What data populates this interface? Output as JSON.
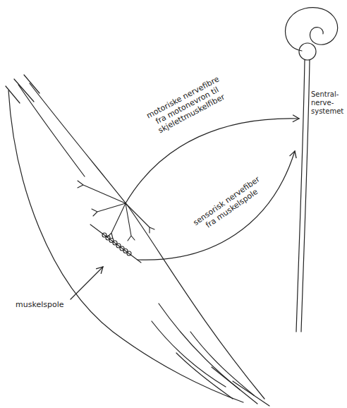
{
  "diagram": {
    "labels": [
      "motoriske nervefibre fra motonevron til skjelettmuskelfiber",
      "Sentral- nerve- systemet",
      "sensorisk nervefiber fra muskelspole",
      "muskelspole"
    ]
  }
}
